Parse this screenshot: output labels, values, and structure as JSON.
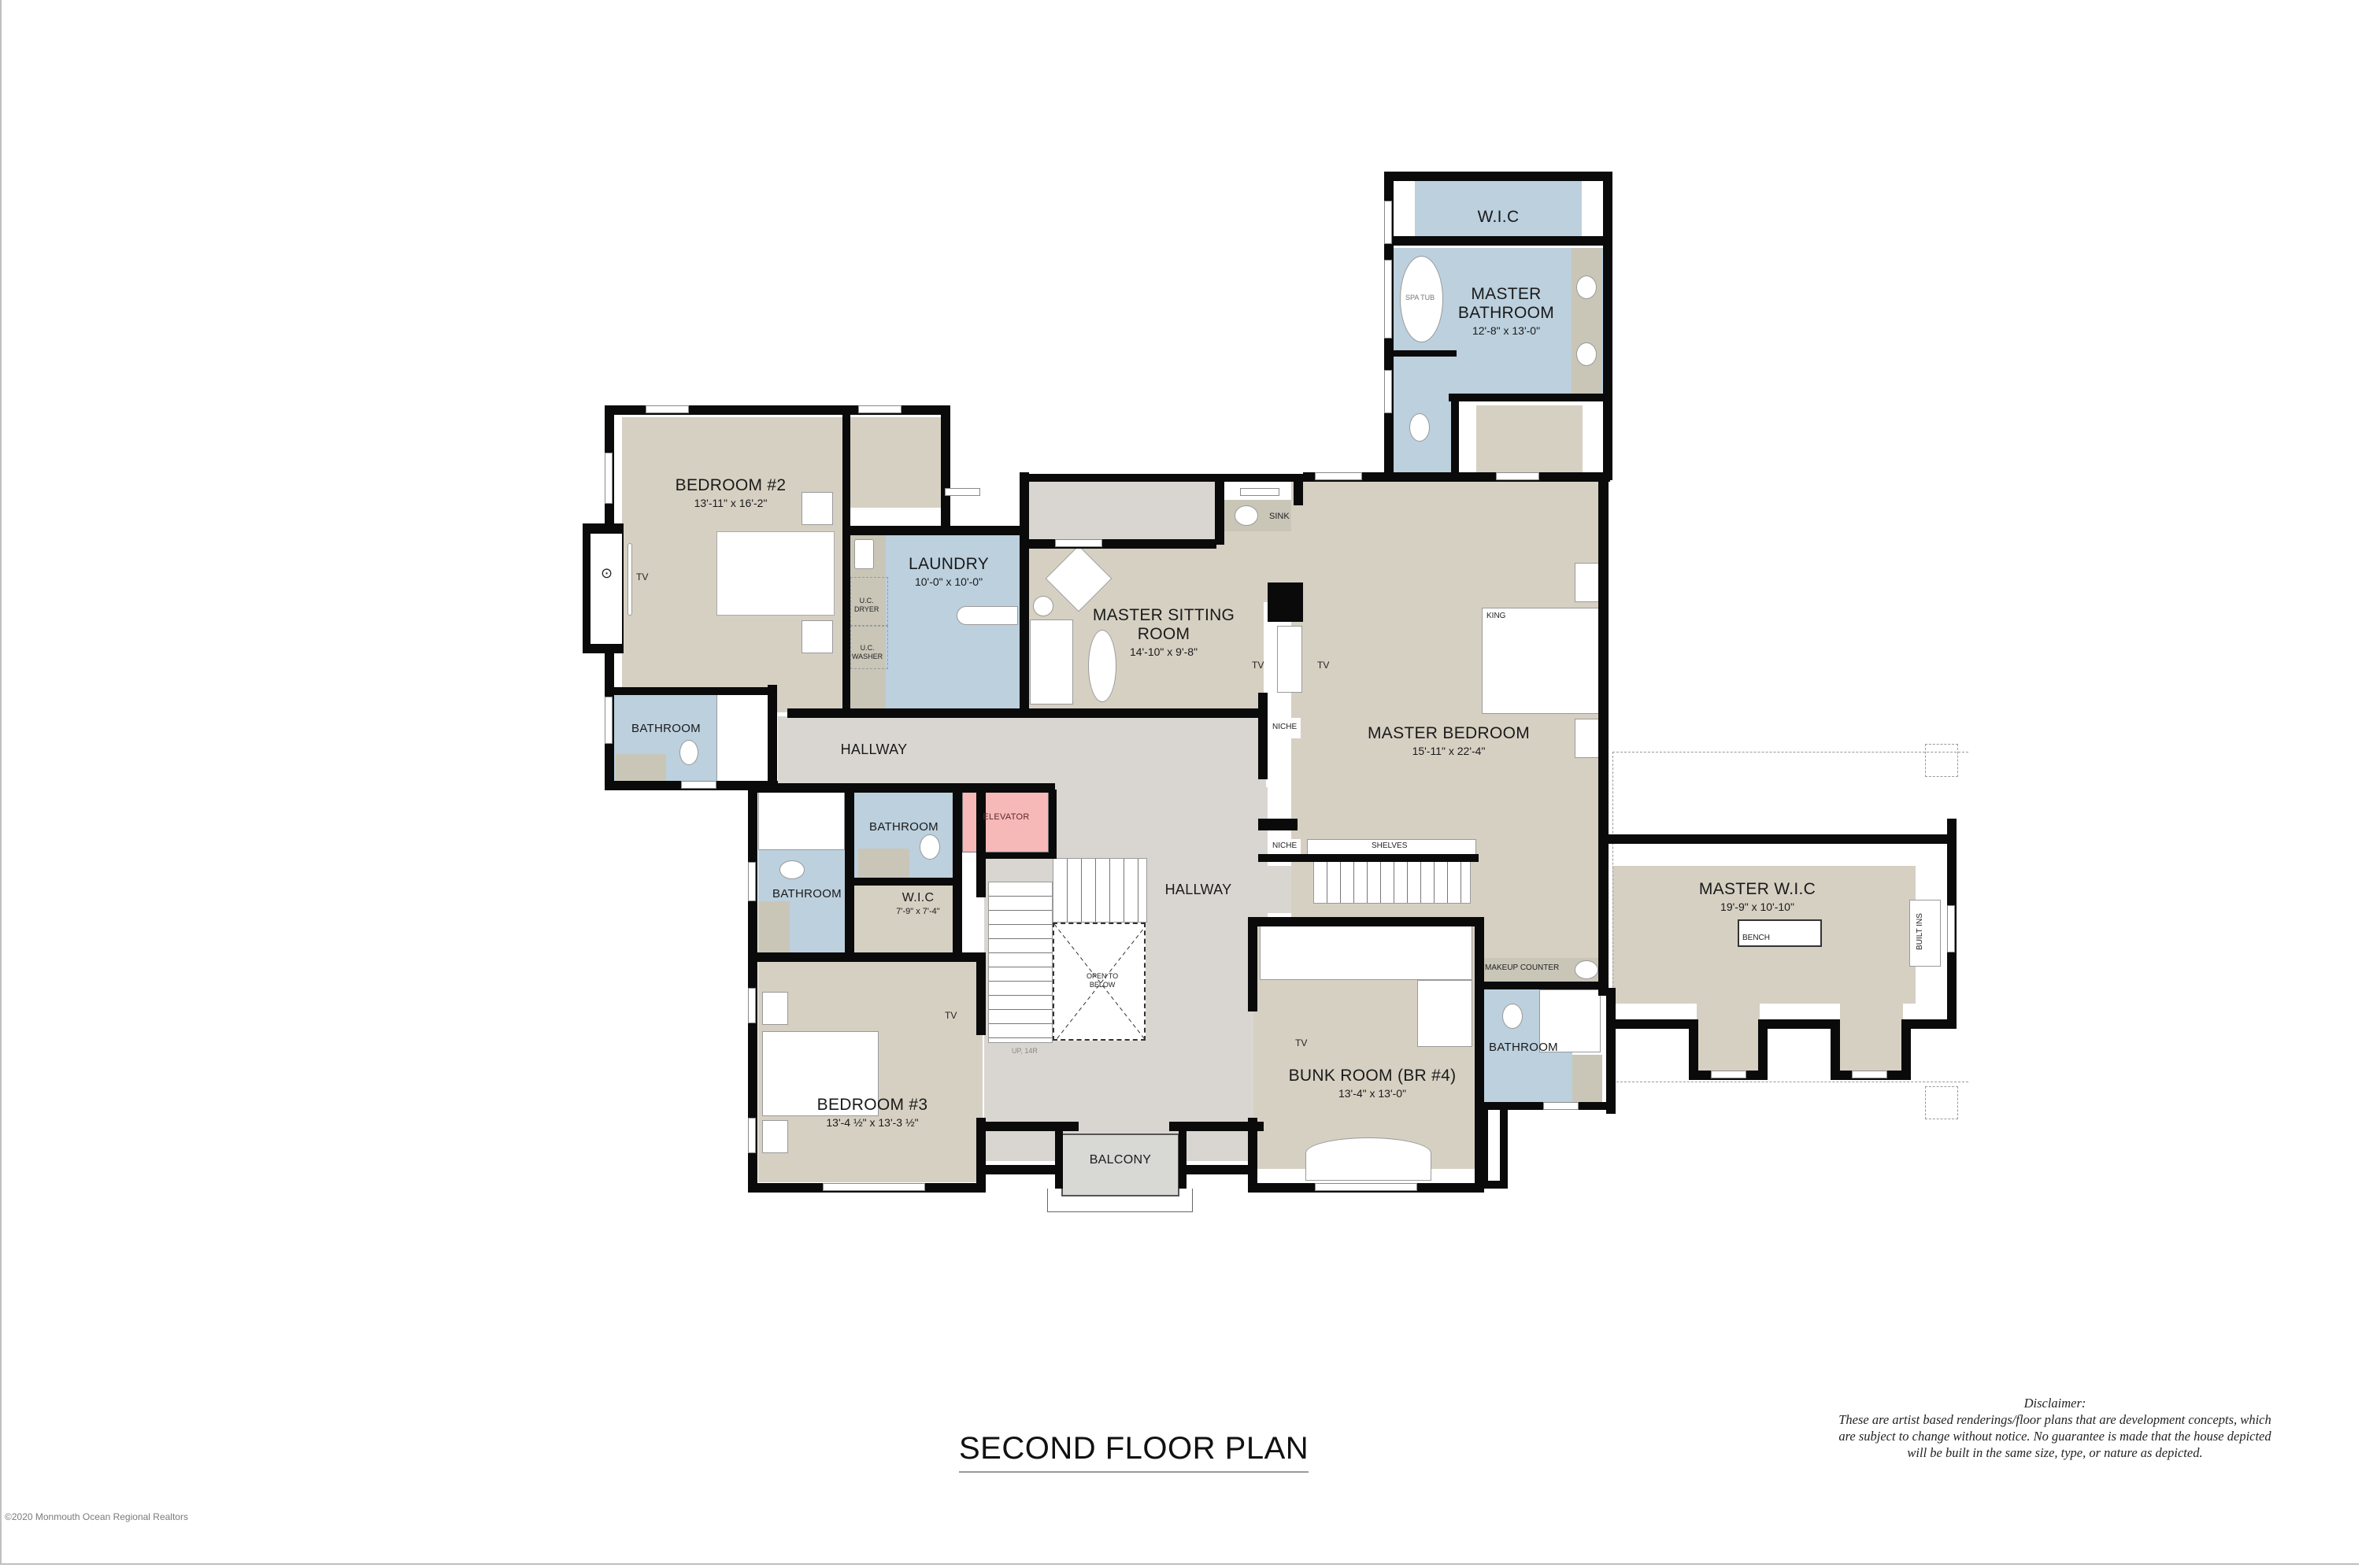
{
  "title": "SECOND FLOOR PLAN",
  "disclaimer": {
    "heading": "Disclaimer:",
    "body": "These are artist based renderings/floor plans that are development concepts, which are subject to change without notice. No guarantee is made that the house depicted will be built in the same size, type, or nature as depicted."
  },
  "copyright": "©2020 Monmouth Ocean Regional Realtors",
  "colors": {
    "bedroom_fill": "#d6d0c3",
    "bathroom_fill": "#bcd0de",
    "hallway_fill": "#d9d6d2",
    "elevator_fill": "#f7b8b8",
    "balcony_fill": "#d8d8d5",
    "wall": "#0a0a0a",
    "counter_fill": "#c9c6b8"
  },
  "rooms": {
    "bedroom2": {
      "name": "BEDROOM #2",
      "dims": "13'-11\" x 16'-2\""
    },
    "laundry": {
      "name": "LAUNDRY",
      "dims": "10'-0\" x 10'-0\""
    },
    "master_sitting": {
      "name": "MASTER SITTING",
      "name2": "ROOM",
      "dims": "14'-10\" x 9'-8\""
    },
    "master_bath": {
      "name": "MASTER",
      "name2": "BATHROOM",
      "dims": "12'-8\" x 13'-0\""
    },
    "wic_top": {
      "name": "W.I.C"
    },
    "master_bedroom": {
      "name": "MASTER BEDROOM",
      "dims": "15'-11\" x 22'-4\""
    },
    "master_wic": {
      "name": "MASTER W.I.C",
      "dims": "19'-9\" x 10'-10\""
    },
    "hallway_upper": {
      "name": "HALLWAY"
    },
    "hallway_center": {
      "name": "HALLWAY"
    },
    "bath_bed2": {
      "name": "BATHROOM"
    },
    "bath_mid": {
      "name": "BATHROOM"
    },
    "bath_left": {
      "name": "BATHROOM"
    },
    "bath_bunk": {
      "name": "BATHROOM"
    },
    "elevator": {
      "name": "ELEVATOR"
    },
    "wic_bed3": {
      "name": "W.I.C",
      "dims": "7'-9\" x 7'-4\""
    },
    "bedroom3": {
      "name": "BEDROOM #3",
      "dims": "13'-4 ½\" x 13'-3 ½\""
    },
    "bunk_room": {
      "name": "BUNK ROOM (BR #4)",
      "dims": "13'-4\" x 13'-0\""
    },
    "balcony": {
      "name": "BALCONY"
    }
  },
  "annotations": {
    "tv": "TV",
    "king": "KING",
    "sink": "SINK",
    "niche": "NICHE",
    "shelves": "SHELVES",
    "bench": "BENCH",
    "built_ins": "BUILT INS",
    "makeup_counter": "MAKEUP COUNTER",
    "uc_dryer": "U.C. DRYER",
    "uc_washer": "U.C. WASHER",
    "spa_tub": "SPA TUB",
    "open_to_below": "OPEN TO BELOW",
    "up_stairs": "UP, 14R"
  }
}
